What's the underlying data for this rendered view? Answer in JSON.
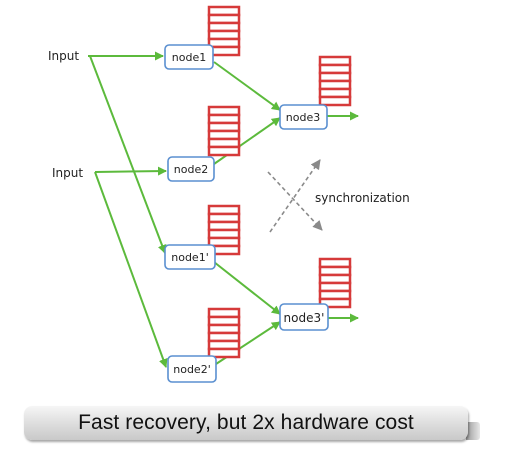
{
  "diagram": {
    "input_label_1": "Input",
    "input_label_2": "Input",
    "nodes": {
      "node1": "node1",
      "node2": "node2",
      "node3": "node3",
      "node1_replica": "node1'",
      "node2_replica": "node2'",
      "node3_replica": "node3'"
    },
    "sync_label": "synchronization"
  },
  "caption": "Fast recovery, but 2x hardware cost",
  "colors": {
    "arrow": "#5cba3c",
    "node_border": "#5a8fd0",
    "buffer": "#d63a3a",
    "sync_arrow": "#8a8a8a"
  }
}
